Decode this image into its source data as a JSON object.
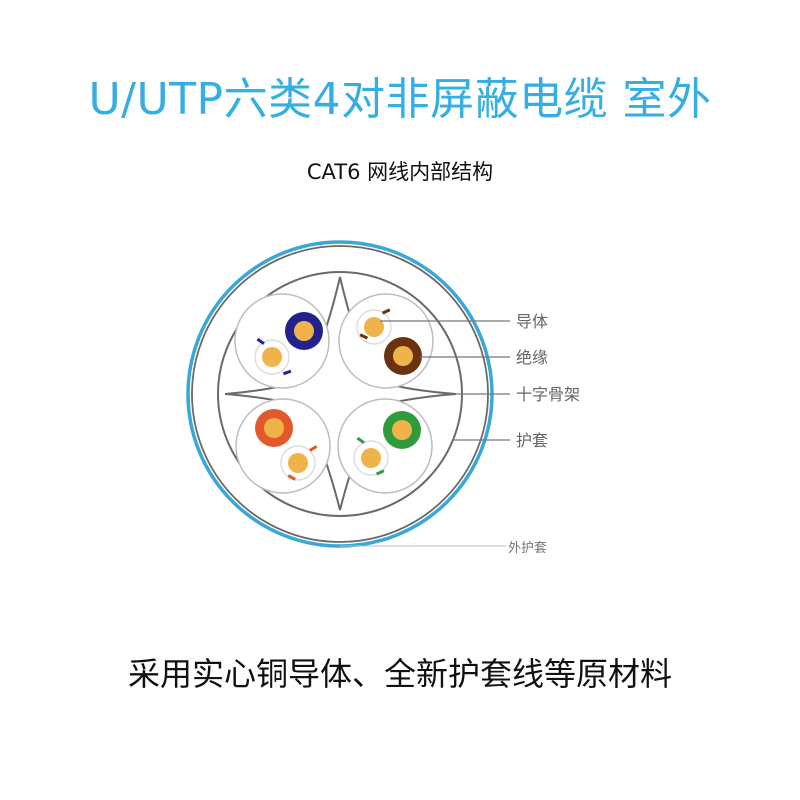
{
  "header": {
    "title": "U/UTP六类4对非屏蔽电缆 室外",
    "subtitle": "CAT6 网线内部结构"
  },
  "diagram": {
    "labels": {
      "conductor": "导体",
      "insulation": "绝缘",
      "cross_separator": "十字骨架",
      "sheath": "护套",
      "outer_sheath": "外护套"
    },
    "pairs": [
      {
        "color_name": "blue",
        "color": "#23228c"
      },
      {
        "color_name": "brown",
        "color": "#6b3212"
      },
      {
        "color_name": "orange",
        "color": "#e25a2c"
      },
      {
        "color_name": "green",
        "color": "#2f9b3a"
      }
    ],
    "colors": {
      "outer_ring": "#39a7d8",
      "conductor": "#f0b24a",
      "label_text": "#666666",
      "line": "#777777"
    }
  },
  "footer": {
    "text": "采用实心铜导体、全新护套线等原材料"
  },
  "style": {
    "title_color": "#35aee4"
  }
}
